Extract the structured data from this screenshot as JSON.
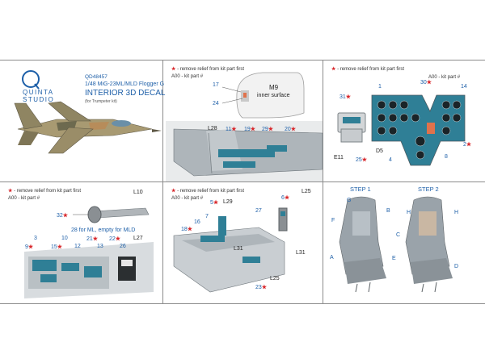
{
  "brand": {
    "line1": "QUINTA",
    "line2": "STUDIO"
  },
  "product": {
    "code": "QD48457",
    "title": "1/48 MiG-23ML/MLD Flogger G",
    "subtitle": "INTERIOR 3D DECAL",
    "kit": "(for Trumpeter kit)"
  },
  "legend": {
    "remove_relief": "- remove relief from kit part first",
    "kit_part": "A00",
    "kit_part_label": "- kit part #"
  },
  "panel2": {
    "callouts": [
      "17",
      "24",
      "L28",
      "11",
      "19",
      "29",
      "20"
    ],
    "canopy_part": "M9",
    "canopy_note": "inner surface"
  },
  "panel3": {
    "callouts": [
      "1",
      "30",
      "14",
      "31",
      "2",
      "E11",
      "D5",
      "25",
      "4",
      "8"
    ]
  },
  "panel4": {
    "callouts": [
      "L10",
      "32",
      "3",
      "10",
      "15",
      "21",
      "22",
      "9",
      "12",
      "13",
      "26",
      "L27"
    ],
    "note": "28 for ML, empty for MLD"
  },
  "panel5": {
    "callouts": [
      "5",
      "L29",
      "7",
      "16",
      "18",
      "L31",
      "L25",
      "23",
      "6",
      "27",
      "L25",
      "L31"
    ]
  },
  "panel6": {
    "step1": "STEP 1",
    "step2": "STEP 2",
    "letters_left": [
      "G",
      "F",
      "B",
      "A"
    ],
    "letters_right": [
      "H",
      "H",
      "C",
      "E",
      "D"
    ]
  },
  "colors": {
    "accent_red": "#d8262a",
    "accent_blue": "#1d5fa8",
    "panel_blue": "#2f7f96",
    "cockpit_grey": "#9aa3aa"
  }
}
